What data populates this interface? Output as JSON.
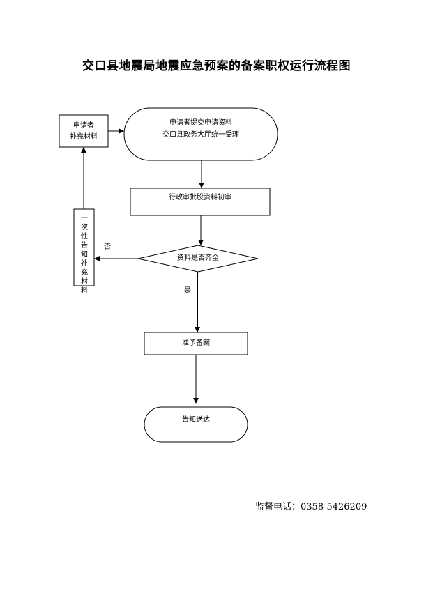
{
  "title": "交口县地震局地震应急预案的备案职权运行流程图",
  "nodes": {
    "start_line1": "申请者提交申请资料",
    "start_line2": "交口县政务大厅统一受理",
    "review": "行政审批股资料初审",
    "decision": "资料是否齐全",
    "approve": "准予备案",
    "notify": "告知送达",
    "supplement_line1": "申请者",
    "supplement_line2": "补充材料",
    "notice_vertical": "一次性告知补充材料"
  },
  "edges": {
    "no_label": "否",
    "yes_label": "是"
  },
  "footer": {
    "phone": "监督电话：0358-5426209"
  }
}
